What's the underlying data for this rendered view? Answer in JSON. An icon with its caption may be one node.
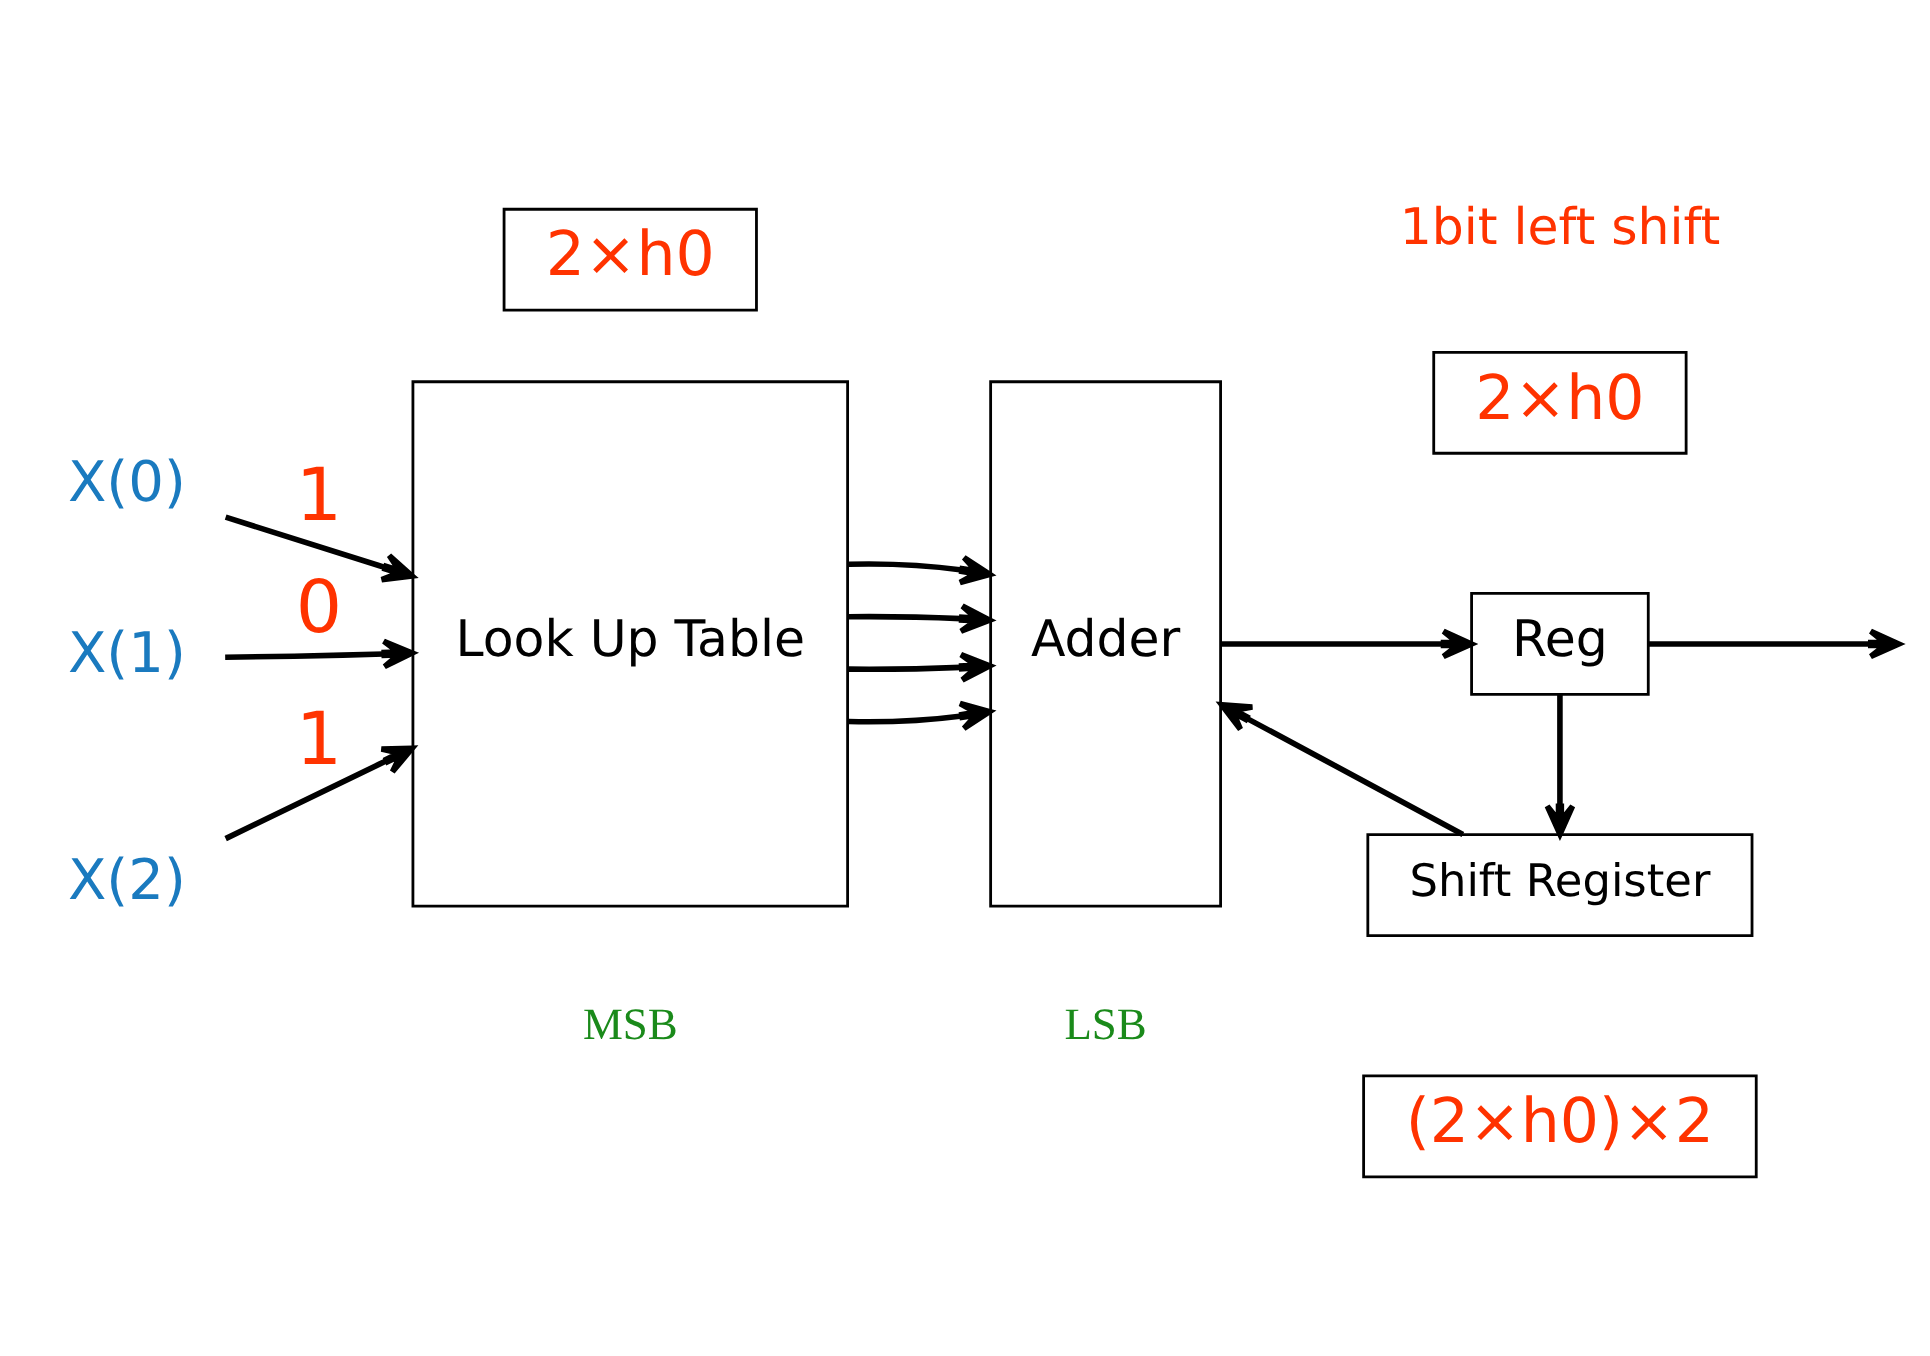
{
  "diagram": {
    "nodes": [
      {
        "text": [
          "X(0)"
        ]
      },
      {
        "text": [
          "X(1)"
        ]
      },
      {
        "text": [
          "X(2)"
        ]
      },
      {
        "text": [
          "Look Up Table"
        ]
      },
      {
        "text": [
          "2×h0"
        ]
      },
      {
        "text": [
          "Adder"
        ]
      },
      {
        "text": [
          "2×h0"
        ]
      },
      {
        "text": [
          "Reg"
        ]
      },
      {
        "text": [
          "Shift Register"
        ]
      },
      {
        "text": [
          "(2×h0)×2"
        ]
      }
    ],
    "edges": [
      {
        "from": 0,
        "to": 3,
        "arrow": "to",
        "label": "1"
      },
      {
        "from": 1,
        "to": 3,
        "arrow": "to",
        "label": "0"
      },
      {
        "from": 2,
        "to": 3,
        "arrow": "to",
        "label": "1"
      },
      {
        "from": 3,
        "to": 5,
        "arrow": "to"
      },
      {
        "from": 3,
        "to": 5,
        "arrow": "to"
      },
      {
        "from": 3,
        "to": 5,
        "arrow": "to"
      },
      {
        "from": 3,
        "to": 5,
        "arrow": "to"
      },
      {
        "from": 5,
        "to": 7,
        "arrow": "to"
      },
      {
        "from": 7,
        "to": null,
        "arrow": "to"
      },
      {
        "from": 7,
        "to": 8,
        "arrow": "to"
      },
      {
        "from": 8,
        "to": 5,
        "arrow": "to"
      }
    ],
    "labels": [
      "1bit left shift",
      "MSB",
      "LSB"
    ]
  }
}
